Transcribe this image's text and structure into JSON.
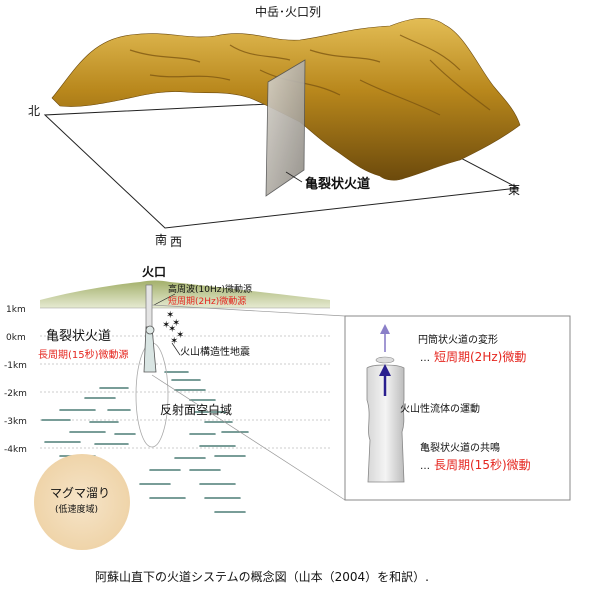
{
  "top": {
    "title": "中岳･火口列",
    "north": "北",
    "south": "南",
    "west": "西",
    "east": "東",
    "dike_label": "亀裂状火道"
  },
  "section": {
    "crater": "火口",
    "depth_labels": [
      "1km",
      "0km",
      "-1km",
      "-2km",
      "-3km",
      "-4km"
    ],
    "hf_source": "高周波(10Hz)微動源",
    "lp_source": "短周期(2Hz)微動源",
    "dike": "亀裂状火道",
    "lp15": "長周期(15秒)微動源",
    "vt_eq": "火山構造性地震",
    "reflection_void": "反射面空白域",
    "magma": "マグマ溜り",
    "low_velocity": "(低速度域)"
  },
  "inset": {
    "cyl_deform": "円筒状火道の変形",
    "dots1": "…",
    "short_period": "短周期(2Hz)微動",
    "fluid_motion": "火山性流体の運動",
    "crack_resonance": "亀裂状火道の共鳴",
    "dots2": "…",
    "long_period": "長周期(15秒)微動"
  },
  "caption": "阿蘇山直下の火道システムの概念図（山本（2004）を和訳）.",
  "colors": {
    "terrain": "#b8871c",
    "red_text": "#e5261f",
    "arrow_blue": "#2a1f8f",
    "reflector": "#4d7d76",
    "magma_fill": "#f1d9b5",
    "ground": "#8d9b55"
  }
}
